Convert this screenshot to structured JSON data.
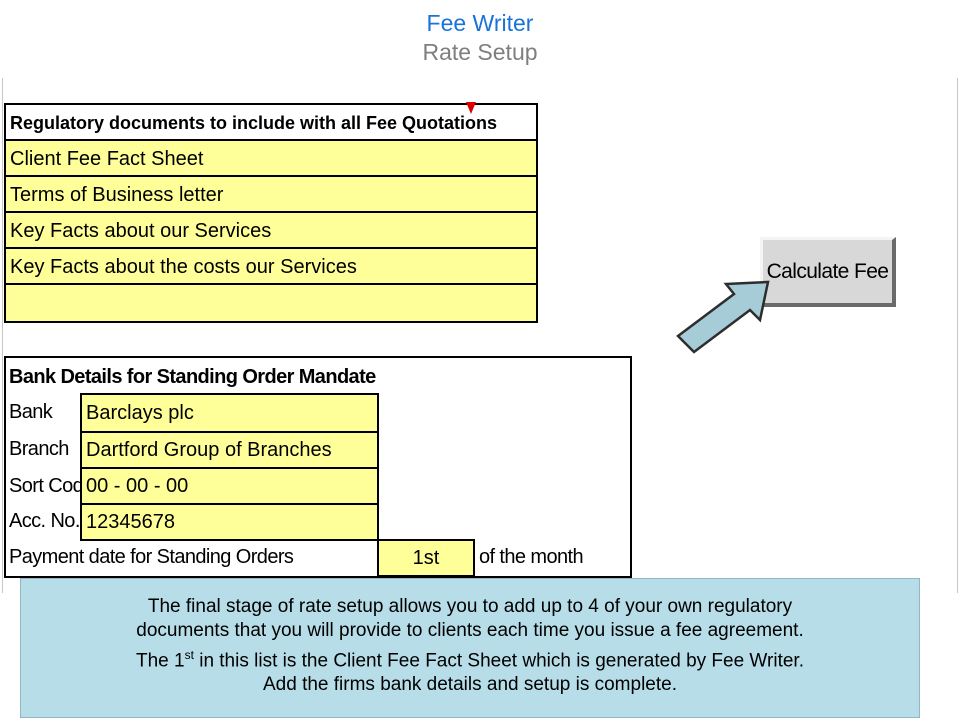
{
  "header": {
    "title": "Fee Writer",
    "subtitle": "Rate Setup"
  },
  "regulatory": {
    "heading": "Regulatory documents to include with all Fee Quotations",
    "items": [
      "Client Fee Fact Sheet",
      "Terms of Business letter",
      "Key Facts about our Services",
      "Key Facts about the costs our Services",
      ""
    ]
  },
  "bank": {
    "heading": "Bank Details for Standing Order Mandate",
    "rows": [
      {
        "label": "Bank",
        "value": "Barclays plc"
      },
      {
        "label": "Branch",
        "value": "Dartford Group of Branches"
      },
      {
        "label": "Sort Code",
        "value": "00 - 00 - 00"
      },
      {
        "label": "Acc. No.",
        "value": "12345678"
      }
    ],
    "payment_label": "Payment date for Standing Orders",
    "payment_value": "1st",
    "payment_suffix": "of the month"
  },
  "button": {
    "label": "Calculate Fee"
  },
  "note": {
    "line1": "The final stage of rate setup allows you to add up to 4 of your own regulatory",
    "line2": "documents that you will provide to clients each time you issue a fee agreement.",
    "line3_pre": "The 1",
    "line3_sup": "st",
    "line3_post": " in this list is the Client Fee Fact Sheet which is generated by Fee Writer.",
    "line4": "Add the firms bank details and setup is complete."
  },
  "colors": {
    "cell_fill": "#ffff99",
    "title": "#1a73d8",
    "note_bg": "#b7dde8",
    "arrow": "#a6ccd8"
  }
}
